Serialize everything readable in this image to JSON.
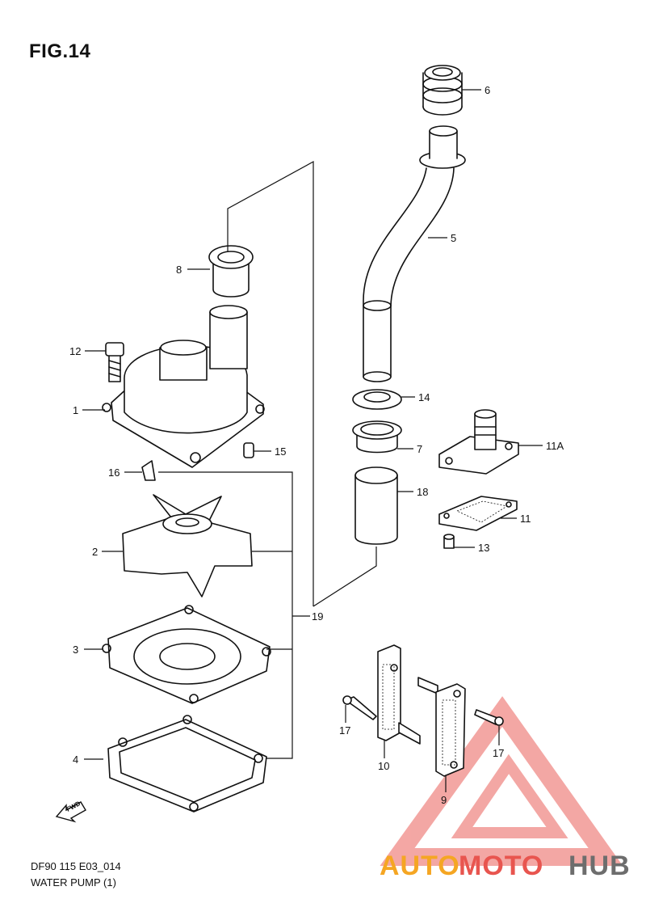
{
  "figure": {
    "title": "FIG.14",
    "footer_code": "DF90 115 E03_014",
    "footer_name": "WATER PUMP (1)"
  },
  "fwd_label": "FWD",
  "callouts": {
    "p1": "1",
    "p2": "2",
    "p3": "3",
    "p4": "4",
    "p5": "5",
    "p6": "6",
    "p7": "7",
    "p8": "8",
    "p9": "9",
    "p10": "10",
    "p11": "11",
    "p11a": "11A",
    "p12": "12",
    "p13": "13",
    "p14": "14",
    "p15": "15",
    "p16": "16",
    "p17a": "17",
    "p17b": "17",
    "p18": "18",
    "p19": "19"
  },
  "watermark": {
    "text_a": "AUTO",
    "text_b": "MOTO",
    "text_c": "HUB",
    "color_orange": "#f5a623",
    "color_red": "#e8554f",
    "color_gray": "#6d6d6d"
  }
}
